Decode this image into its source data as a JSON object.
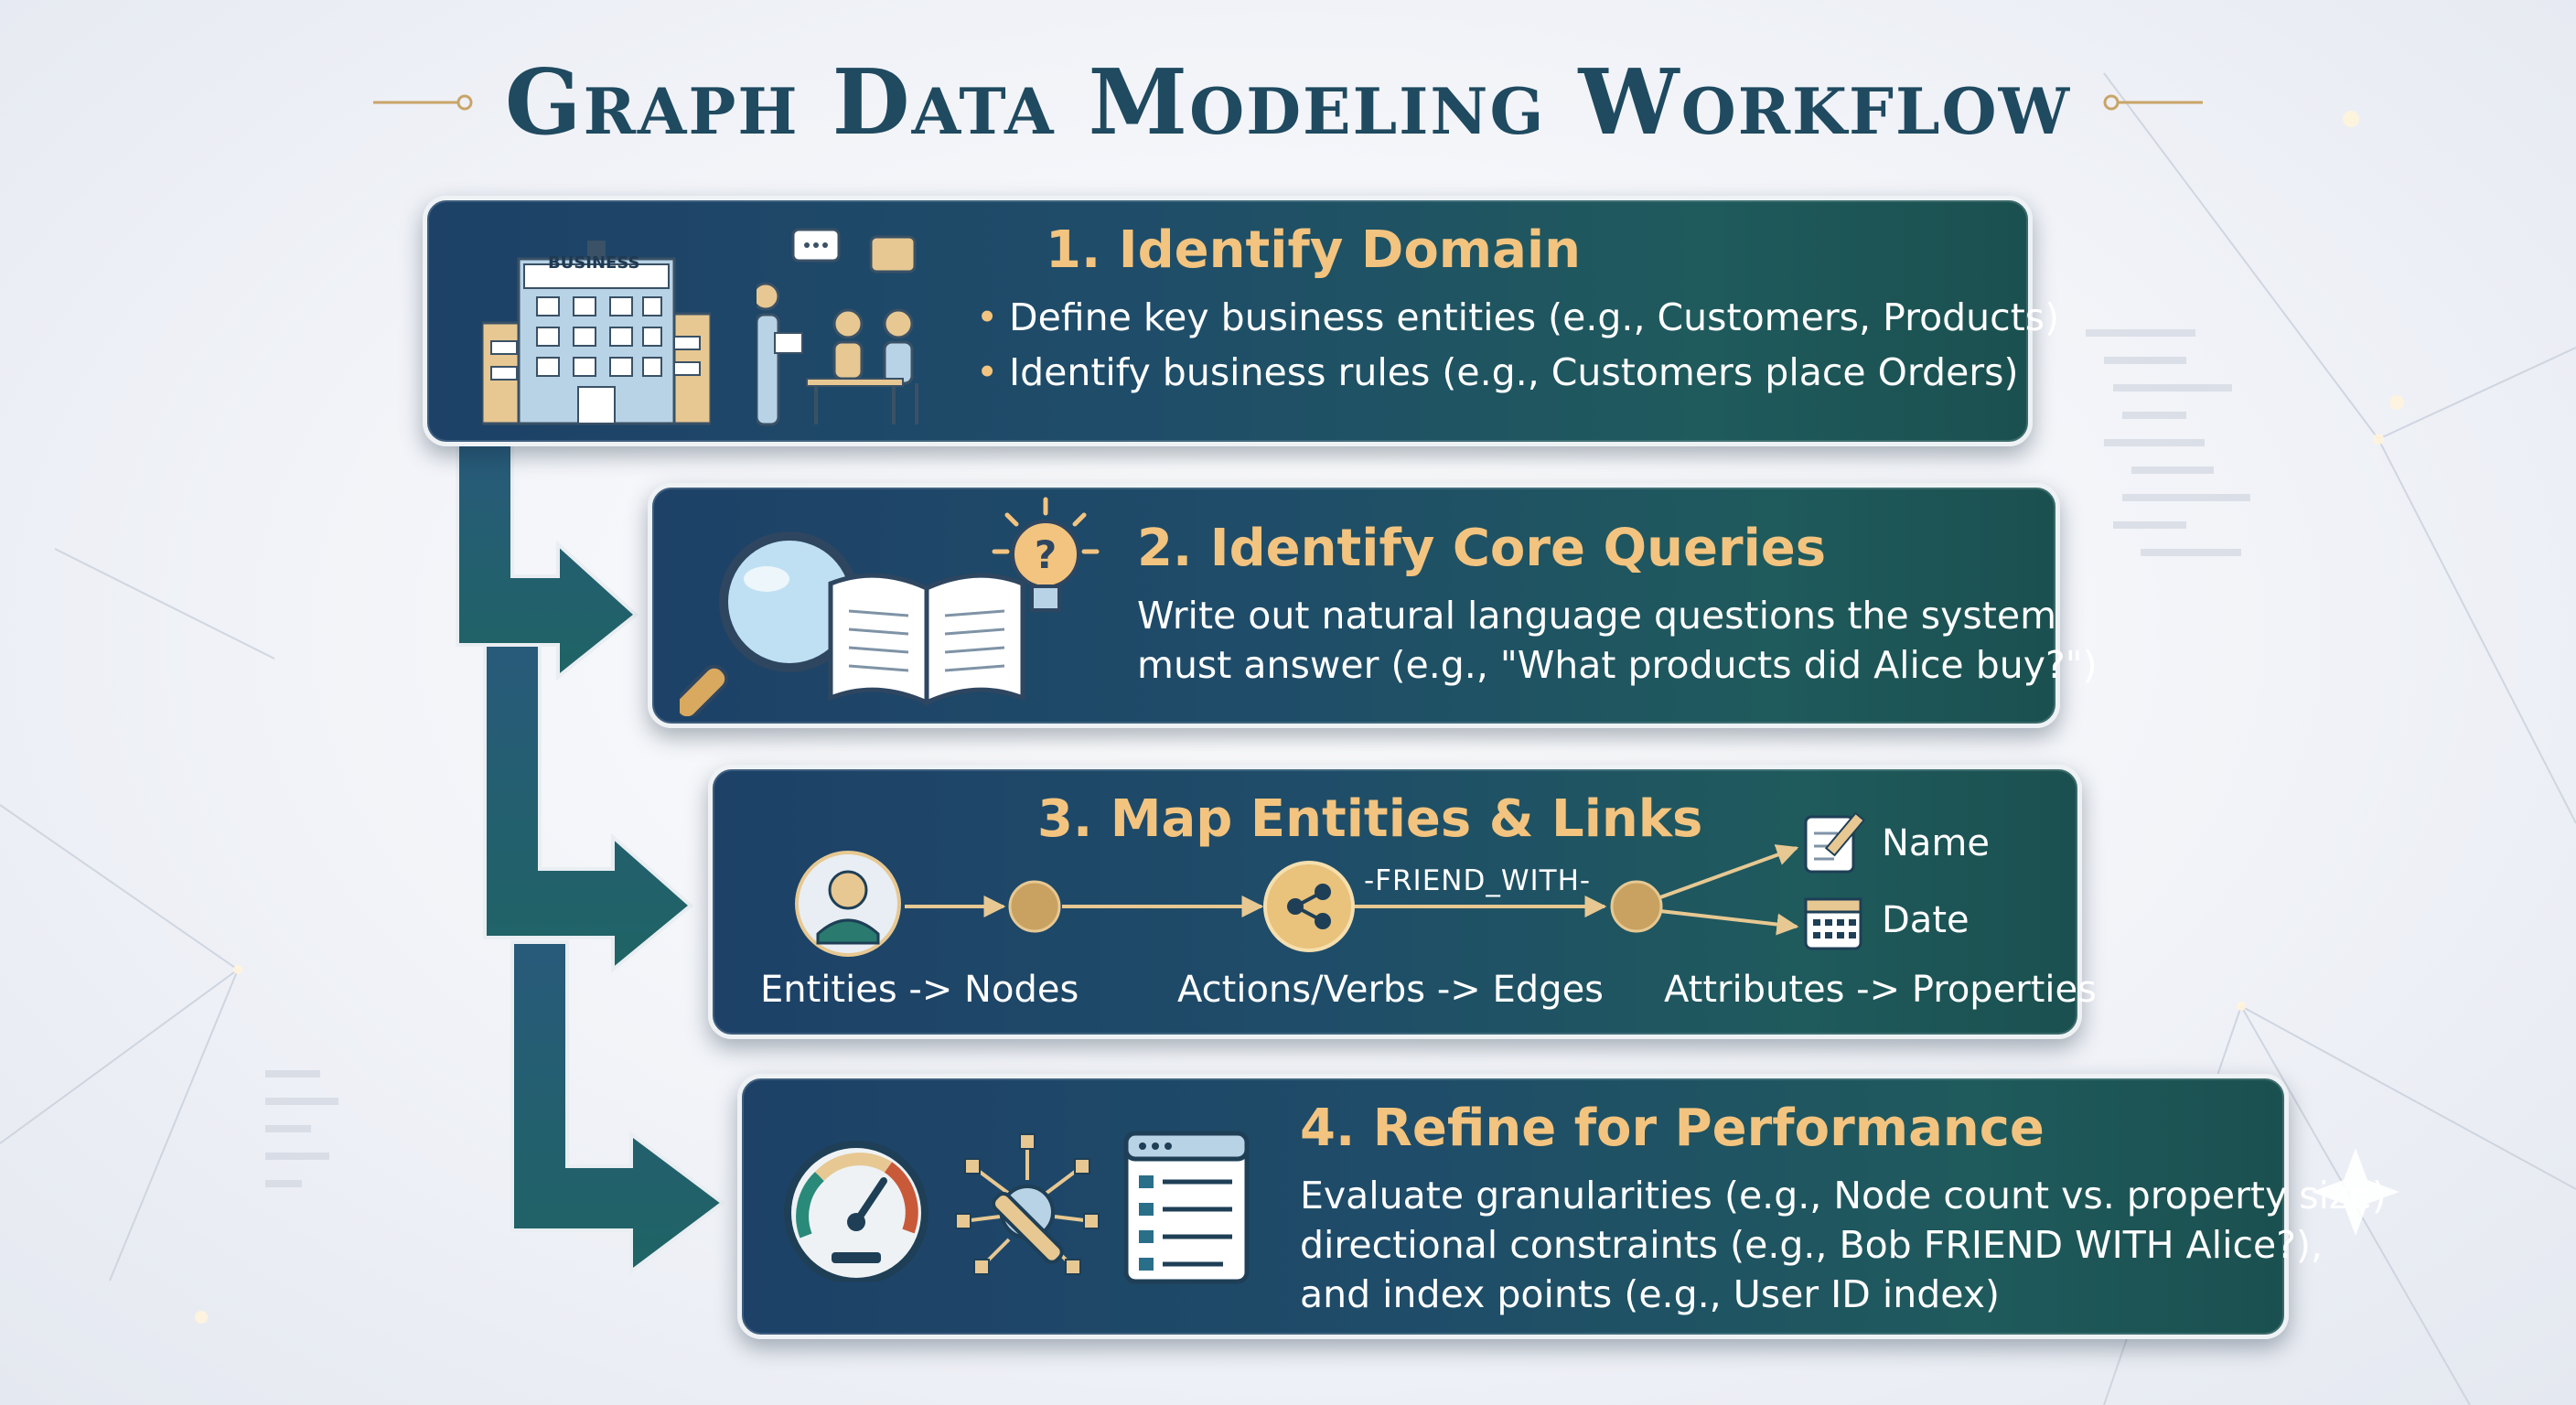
{
  "title": "Graph Data Modeling Workflow",
  "colors": {
    "accent": "#f3c47f",
    "title": "#1f4a60",
    "card_start": "#1d4167",
    "card_end": "#1b5050"
  },
  "steps": [
    {
      "heading": "1. Identify Domain",
      "icon": "business-building-icon",
      "building_label": "BUSINESS",
      "bullets": [
        "Define key business entities (e.g., Customers, Products)",
        "Identify business rules (e.g., Customers place Orders)"
      ]
    },
    {
      "heading": "2. Identify Core Queries",
      "icon": "magnifier-book-icon",
      "lines": [
        "Write out natural language questions the system",
        "must answer (e.g., \"What products did Alice buy?\")"
      ]
    },
    {
      "heading": "3. Map Entities & Links",
      "edge_label": "-FRIEND_WITH-",
      "props": [
        "Name",
        "Date"
      ],
      "labels": [
        "Entities -> Nodes",
        "Actions/Verbs -> Edges",
        "Attributes -> Properties"
      ]
    },
    {
      "heading": "4. Refine for Performance",
      "icon": "gauge-tools-icon",
      "lines": [
        "Evaluate granularities (e.g., Node count vs. property size)",
        "directional constraints (e.g., Bob FRIEND WITH Alice?),",
        "and index points (e.g., User ID index)"
      ]
    }
  ]
}
